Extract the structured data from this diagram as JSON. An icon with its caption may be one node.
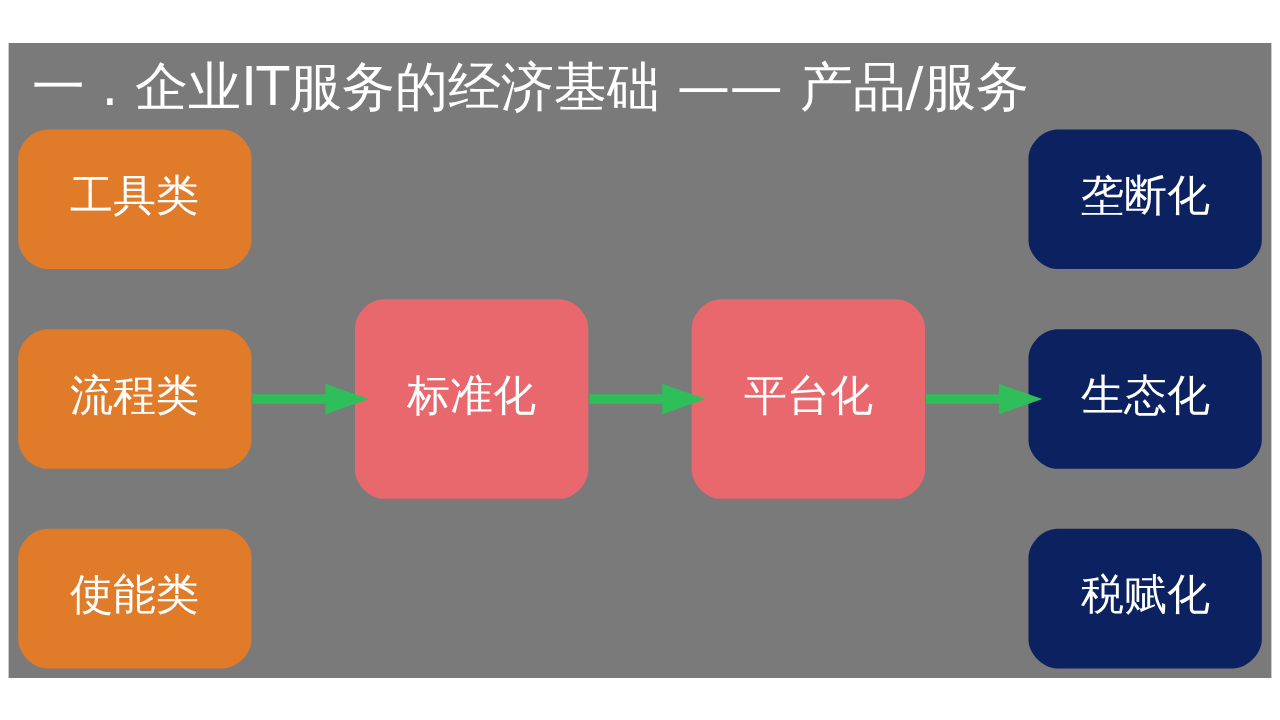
{
  "diagram": {
    "title": "一 . 企业IT服务的经济基础 —— 产品/服务",
    "nodes": [
      {
        "text": [
          "工具类"
        ]
      },
      {
        "text": [
          "流程类"
        ]
      },
      {
        "text": [
          "使能类"
        ]
      },
      {
        "text": [
          "标准化"
        ]
      },
      {
        "text": [
          "平台化"
        ]
      },
      {
        "text": [
          "垄断化"
        ]
      },
      {
        "text": [
          "生态化"
        ]
      },
      {
        "text": [
          "税赋化"
        ]
      }
    ],
    "edges": [
      {
        "from": 1,
        "to": 3,
        "arrow": "to"
      },
      {
        "from": 3,
        "to": 4,
        "arrow": "to"
      },
      {
        "from": 4,
        "to": 6,
        "arrow": "to"
      }
    ]
  }
}
